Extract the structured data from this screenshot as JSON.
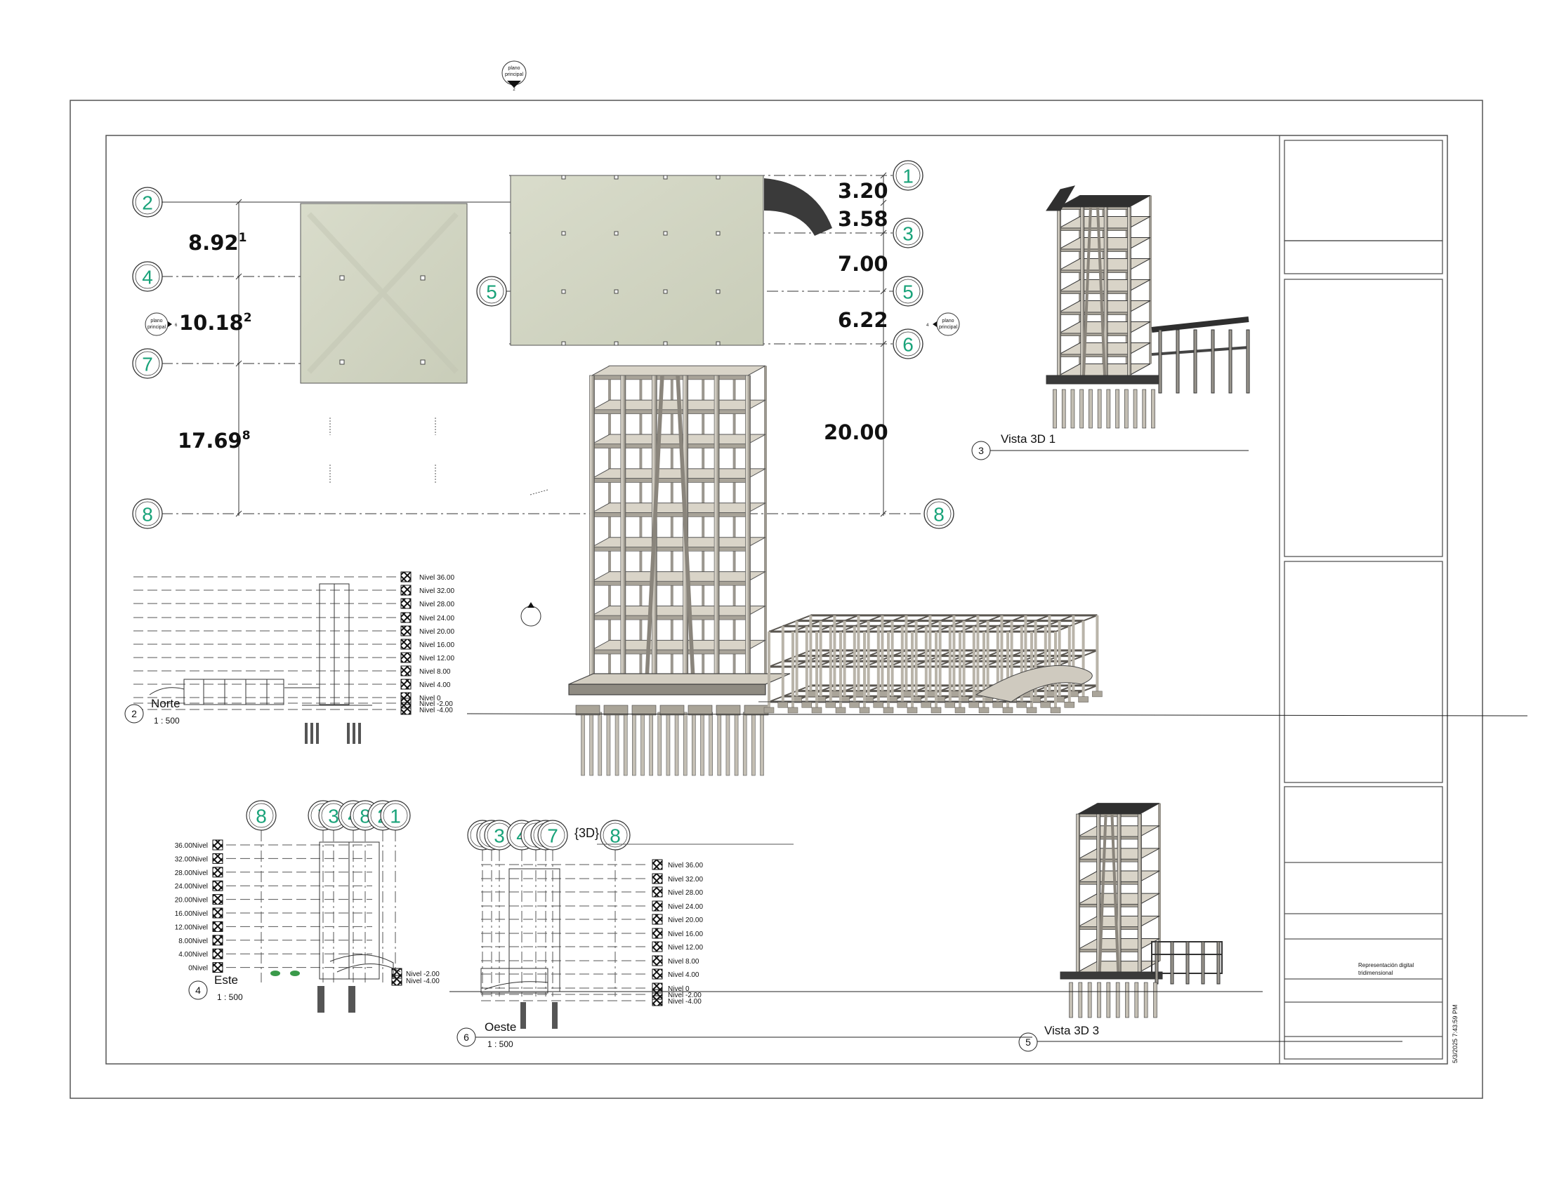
{
  "top_marker": {
    "line1": "plano",
    "line2": "principal",
    "num": "2"
  },
  "side_marker_left": {
    "line1": "plano",
    "line2": "principal",
    "num": "6"
  },
  "side_marker_right": {
    "line1": "plano",
    "line2": "principal",
    "num": "4"
  },
  "plan_left_grid": [
    "2",
    "4",
    "7",
    "8"
  ],
  "plan_left_dims": [
    {
      "value": "8.92",
      "sup": "1"
    },
    {
      "value": "10.18",
      "sup": "2"
    },
    {
      "value": "17.69",
      "sup": "8"
    }
  ],
  "plan_right_grid": [
    "1",
    "3",
    "5",
    "6",
    "8"
  ],
  "plan_right_left_bubble": "5",
  "plan_right_dims": [
    "3.20",
    "3.58",
    "7.00",
    "6.22",
    "20.00"
  ],
  "view_norte": {
    "num": "2",
    "name": "Norte",
    "scale": "1 : 500"
  },
  "view_3d1": {
    "num": "3",
    "name": "Vista 3D 1"
  },
  "view_este": {
    "num": "4",
    "name": "Este",
    "scale": "1 : 500"
  },
  "view_oeste": {
    "num": "6",
    "name": "Oeste",
    "scale": "1 : 500"
  },
  "view_3d3": {
    "num": "5",
    "name": "Vista 3D 3"
  },
  "norte_levels": [
    "Nivel 36.00",
    "Nivel 32.00",
    "Nivel 28.00",
    "Nivel 24.00",
    "Nivel 20.00",
    "Nivel 16.00",
    "Nivel 12.00",
    "Nivel 8.00",
    "Nivel 4.00",
    "Nivel 0",
    "Nivel -2.00",
    "Nivel -4.00"
  ],
  "este_levels": [
    "36.00Nivel",
    "32.00Nivel",
    "28.00Nivel",
    "24.00Nivel",
    "20.00Nivel",
    "16.00Nivel",
    "12.00Nivel",
    "8.00Nivel",
    "4.00Nivel",
    "0Nivel"
  ],
  "este_levels_low": [
    "Nivel -2.00",
    "Nivel -4.00"
  ],
  "este_bubbles": [
    "8",
    "7",
    "3",
    "4",
    "8",
    "2",
    "1"
  ],
  "oeste_bubbles": [
    "1",
    "2",
    "3",
    "4",
    "5",
    "6",
    "7",
    "8"
  ],
  "oeste_tag": "{3D}",
  "oeste_levels": [
    "Nivel 36.00",
    "Nivel 32.00",
    "Nivel 28.00",
    "Nivel 24.00",
    "Nivel 20.00",
    "Nivel 16.00",
    "Nivel 12.00",
    "Nivel 8.00",
    "Nivel 4.00",
    "Nivel 0",
    "Nivel -2.00",
    "Nivel -4.00"
  ],
  "title_block": {
    "line1": "Representación digital",
    "line2": "tridimensional"
  },
  "timestamp": "5/3/2025 7:43:59 PM",
  "colors": {
    "bubble": "#1aa37a",
    "slab": "#d6d9c8",
    "frame": "#7a776f",
    "frame_light": "#bdb8ad",
    "dark": "#2f2f2f"
  }
}
